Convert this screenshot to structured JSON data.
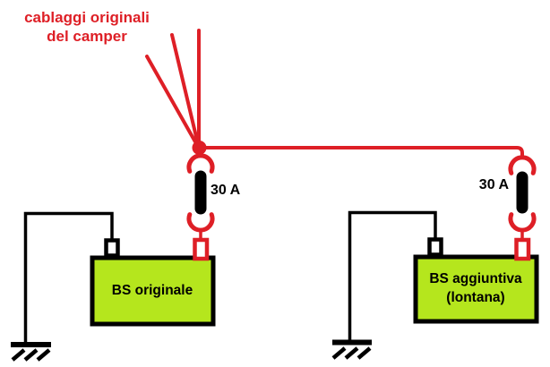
{
  "title": {
    "line1": "cablaggi originali",
    "line2": "del camper"
  },
  "fuse_left": {
    "label": "30 A"
  },
  "fuse_right": {
    "label": "30 A"
  },
  "battery_left": {
    "label": "BS originale"
  },
  "battery_right": {
    "line1": "BS aggiuntiva",
    "line2": "(lontana)"
  },
  "colors": {
    "wire_red": "#de1f26",
    "wire_black": "#000000",
    "battery_fill": "#b5e61d",
    "battery_border": "#000000",
    "title_red": "#de1f26",
    "label_text": "#000000",
    "background": "#ffffff"
  }
}
